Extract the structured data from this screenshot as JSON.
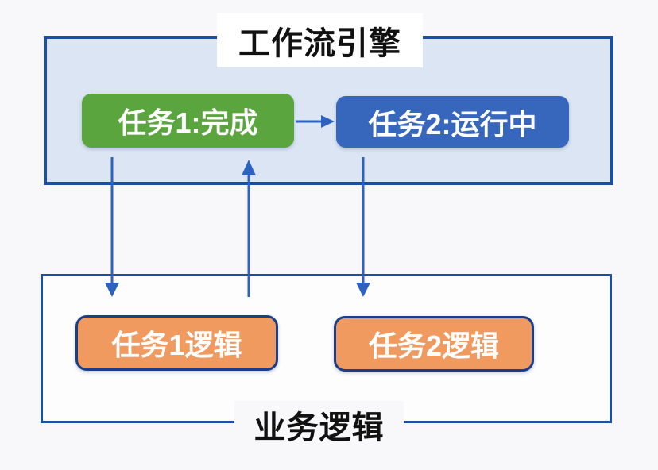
{
  "engine": {
    "title": "工作流引擎",
    "tasks": [
      {
        "id": "task1",
        "label": "任务1:完成",
        "status": "done"
      },
      {
        "id": "task2",
        "label": "任务2:运行中",
        "status": "running"
      }
    ]
  },
  "business": {
    "title": "业务逻辑",
    "items": [
      {
        "id": "logic1",
        "label": "任务1逻辑"
      },
      {
        "id": "logic2",
        "label": "任务2逻辑"
      }
    ]
  },
  "arrows": [
    {
      "from": "task1",
      "to": "task2",
      "direction": "right"
    },
    {
      "from": "task1",
      "to": "logic1",
      "direction": "down"
    },
    {
      "from": "logic1",
      "to": "engine",
      "direction": "up"
    },
    {
      "from": "task2",
      "to": "logic2",
      "direction": "down"
    }
  ],
  "colors": {
    "page_bg": "#f8f8fa",
    "engine_fill": "#dbe5f3",
    "engine_border": "#1c4ea1",
    "business_fill": "#fdfdfe",
    "task_done_fill": "#5aa53e",
    "task_running_fill": "#3766bd",
    "logic_fill": "#f09a60",
    "logic_border": "#1b3e88",
    "arrow": "#2d62c1",
    "title_text": "#111111",
    "box_text": "#ffffff"
  }
}
